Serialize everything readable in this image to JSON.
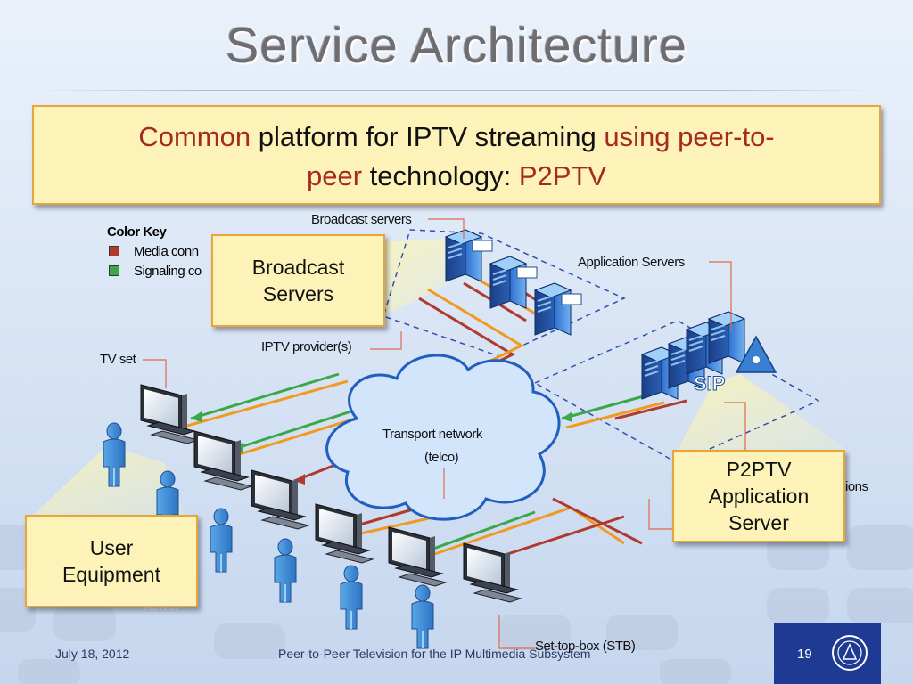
{
  "slide": {
    "title": "Service Architecture",
    "banner": {
      "part1": "Common",
      "part2": " platform for IPTV streaming ",
      "part3": "using peer-to-",
      "part4": "peer",
      "part5": " technology: ",
      "part6": "P2PTV"
    }
  },
  "legend": {
    "title": "Color Key",
    "items": [
      {
        "label": "Media conn",
        "color": "#b03a2e"
      },
      {
        "label": "Signaling co",
        "color": "#3aa84a"
      }
    ]
  },
  "colors": {
    "media_line": "#b03a2e",
    "signaling_line": "#3aa84a",
    "orange_line": "#f29a1f",
    "dashed_border": "#2f4fb0",
    "cloud_fill": "#d3e5fb",
    "cloud_stroke": "#1f5fbf",
    "callout_fill": "#fdf3b8",
    "callout_border": "#e8a53c"
  },
  "labels": {
    "broadcast_servers": "Broadcast servers",
    "application_servers": "Application Servers",
    "iptv_providers": "IPTV provider(s)",
    "tv_set": "TV set",
    "transport_network_line1": "Transport network",
    "transport_network_line2": "(telco)",
    "partial_ions": "ions",
    "partial_viewer": "viewer",
    "set_top_box": "Set-top-box (STB)"
  },
  "callouts": {
    "broadcast": [
      "Broadcast",
      "Servers"
    ],
    "user_equipment": [
      "User",
      "Equipment"
    ],
    "p2ptv_app": [
      "P2PTV",
      "Application",
      "Server"
    ]
  },
  "footer": {
    "date": "July 18, 2012",
    "center": "Peer-to-Peer Television for the IP Multimedia Subsystem",
    "page": "19"
  }
}
